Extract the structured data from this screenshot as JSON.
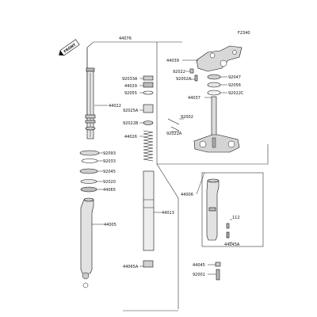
{
  "diagram": {
    "figure_id": "F2340",
    "badge_text": "FRONT",
    "labels": {
      "l44076": "44076",
      "l44039": "44039",
      "l92022": "92022",
      "l92002A": "92002A",
      "l92047": "92047",
      "l92056": "92056",
      "l92022C": "92022C",
      "l44037": "44037",
      "l92033A": "92033A",
      "l44029": "44029",
      "l92055": "92055",
      "l44022": "44022",
      "l92025A": "92025A",
      "l92022B": "92022B",
      "l92002": "92002",
      "l92022A": "92022A",
      "l44026": "44026",
      "l92093": "92093",
      "l92033": "92033",
      "l92045": "92045",
      "l92020": "92020",
      "l44065": "44065",
      "l44013": "44013",
      "l44005": "44005",
      "l44065A": "44065A",
      "l44006": "44006",
      "l112": "112",
      "l44045A": "44045A",
      "l44045": "44045",
      "l92001": "92001"
    }
  }
}
